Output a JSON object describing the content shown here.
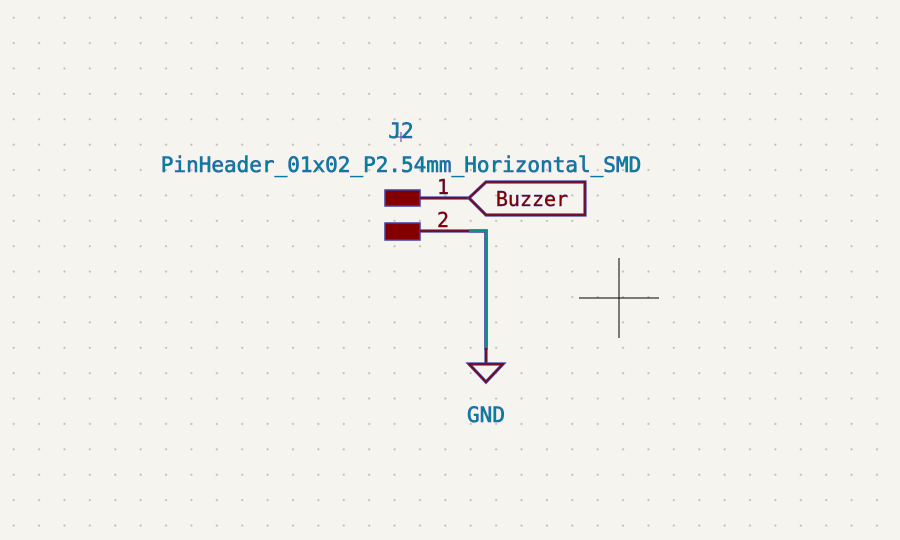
{
  "schematic": {
    "reference": "J2",
    "value": "PinHeader_01x02_P2.54mm_Horizontal_SMD",
    "pins": [
      {
        "number": "1"
      },
      {
        "number": "2"
      }
    ],
    "net_label": "Buzzer",
    "power_symbol": "GND"
  },
  "colors": {
    "background": "#f5f4ef",
    "grid_dot": "#bcbcb4",
    "symbol_body": "#840000",
    "symbol_outline": "#3f3fa8",
    "field_text": "#00849e",
    "wire": "#009c7a",
    "cursor": "#000000"
  }
}
